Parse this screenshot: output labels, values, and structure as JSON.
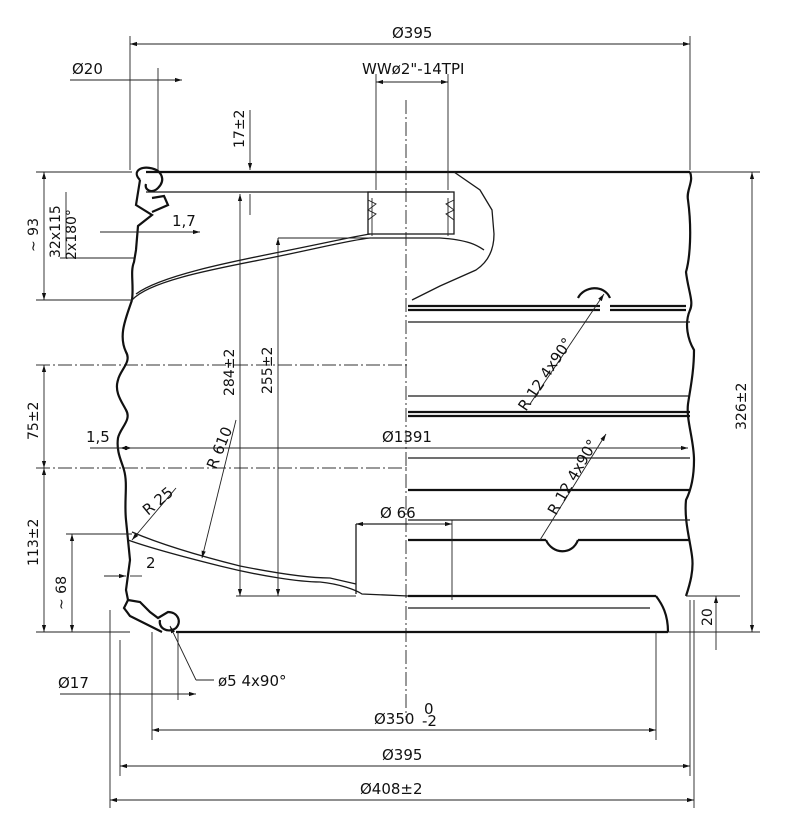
{
  "dimensions": {
    "top_dia": "Ø395",
    "flange_dia": "Ø20",
    "thread": "WWø2\"-14TPI",
    "bung_height": "17±2",
    "top_chime": "~ 93",
    "bead": "32x115",
    "bead2": "2x180°",
    "thickness_top": "1,7",
    "h284": "284±2",
    "h255": "255±2",
    "h75": "75±2",
    "r12_top": "R 12  4x90°",
    "inner_dia": "Ø1391",
    "thickness_mid": "1,5",
    "r610": "R 610",
    "r25": "R 25",
    "r12_bot": "R 12  4x90°",
    "dia66": "Ø 66",
    "h113": "113±2",
    "h68": "~ 68",
    "gap2": "2",
    "h326": "326±2",
    "h20": "20",
    "dia17": "Ø17",
    "hole": "ø5  4x90°",
    "dia350": "Ø350",
    "dia350_tol_top": "0",
    "dia350_tol_bot": "-2",
    "dia395_bottom": "Ø395",
    "dia408": "Ø408±2"
  }
}
